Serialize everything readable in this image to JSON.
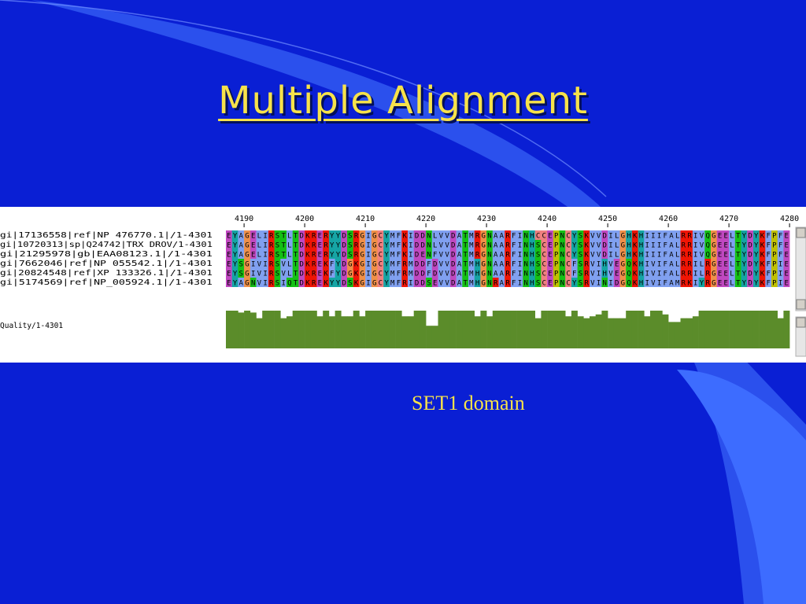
{
  "slide": {
    "title": "Multiple Alignment",
    "caption": "SET1 domain"
  },
  "colors": {
    "background": "#0a1fd4",
    "title": "#f7e24a",
    "caption": "#f7e24a",
    "quality_bar": "#5b8c2a"
  },
  "alignment": {
    "ruler": [
      "4190",
      "4200",
      "4210",
      "4220",
      "4230",
      "4240",
      "4250",
      "4260",
      "4270",
      "4280"
    ],
    "sequences": [
      {
        "label": "gi|17136558|ref|NP 476770.1|/1-4301",
        "residues": "EYAGELIRSTLTDKRERYYDSRGIGCYMFKIDDNLVVDATMRGNAARFINHCCEPNCYSKVVDILGHKHIIIFALRRIVQGEELTYDYKFPFE"
      },
      {
        "label": "gi|10720313|sp|Q24742|TRX DROV/1-4301",
        "residues": "EYAGELIRSTLTDKRERYYDSRGIGCYMFKIDDNLVVDATMRGNAARFINHSCEPNCYSKVVDILGHKHIIIFALRRIVQGEELTYDYKFPFE"
      },
      {
        "label": "gi|21295978|gb|EAA08123.1|/1-4301",
        "residues": "EYAGELIRSTLTDKRERYYDSRGIGCYMFKIDENFVVDATMRGNAARFINHSCEPNCYSKVVDILGHKHIIIFALRRIVQGEELTYDYKFPFE"
      },
      {
        "label": "gi|7662046|ref|NP 055542.1|/1-4301",
        "residues": "EYSGIVIRSVLTDKREKFYDGKGIGCYMFRMDDFDVVDATMHGNAARFINHSCEPNCFSRVIHVEGQKHIVIFALRRILRGEELTYDYKFPIE"
      },
      {
        "label": "gi|20824548|ref|XP 133326.1|/1-4301",
        "residues": "EYSGIVIRSVLTDKREKFYDGKGIGCYMFRMDDFDVVDATMHGNAARFINHSCEPNCFSRVIHVEGQKHIVIFALRRILRGEELTYDYKFPIE"
      },
      {
        "label": "gi|5174569|ref|NP_005924.1|/1-4301",
        "residues": "EYAGNVIRSIQTDKREKYYDSKGIGCYMFRIDDSEVVDATMHGNRARFINHSCEPNCYSRVINIDGQKHIVIFAMRKIYRGEELTYDYKFPIE"
      }
    ],
    "quality_label": "Quality/1-4301",
    "quality": [
      1.0,
      1.0,
      0.95,
      1.0,
      0.95,
      0.8,
      1.0,
      1.0,
      1.0,
      0.8,
      0.85,
      1.0,
      1.0,
      1.0,
      1.0,
      0.85,
      1.0,
      0.85,
      1.0,
      0.85,
      0.85,
      1.0,
      0.85,
      1.0,
      1.0,
      1.0,
      1.0,
      1.0,
      1.0,
      0.85,
      0.85,
      1.0,
      1.0,
      0.6,
      0.6,
      1.0,
      1.0,
      1.0,
      1.0,
      1.0,
      1.0,
      0.85,
      1.0,
      0.85,
      1.0,
      1.0,
      1.0,
      1.0,
      1.0,
      1.0,
      1.0,
      0.8,
      1.0,
      1.0,
      1.0,
      1.0,
      0.85,
      1.0,
      0.85,
      0.8,
      0.85,
      0.9,
      1.0,
      0.8,
      0.8,
      0.8,
      1.0,
      1.0,
      1.0,
      0.85,
      1.0,
      1.0,
      0.9,
      0.7,
      0.7,
      0.8,
      0.8,
      0.85,
      1.0,
      1.0,
      1.0,
      1.0,
      1.0,
      1.0,
      1.0,
      1.0,
      1.0,
      1.0,
      1.0,
      1.0,
      1.0,
      0.8,
      1.0
    ]
  }
}
